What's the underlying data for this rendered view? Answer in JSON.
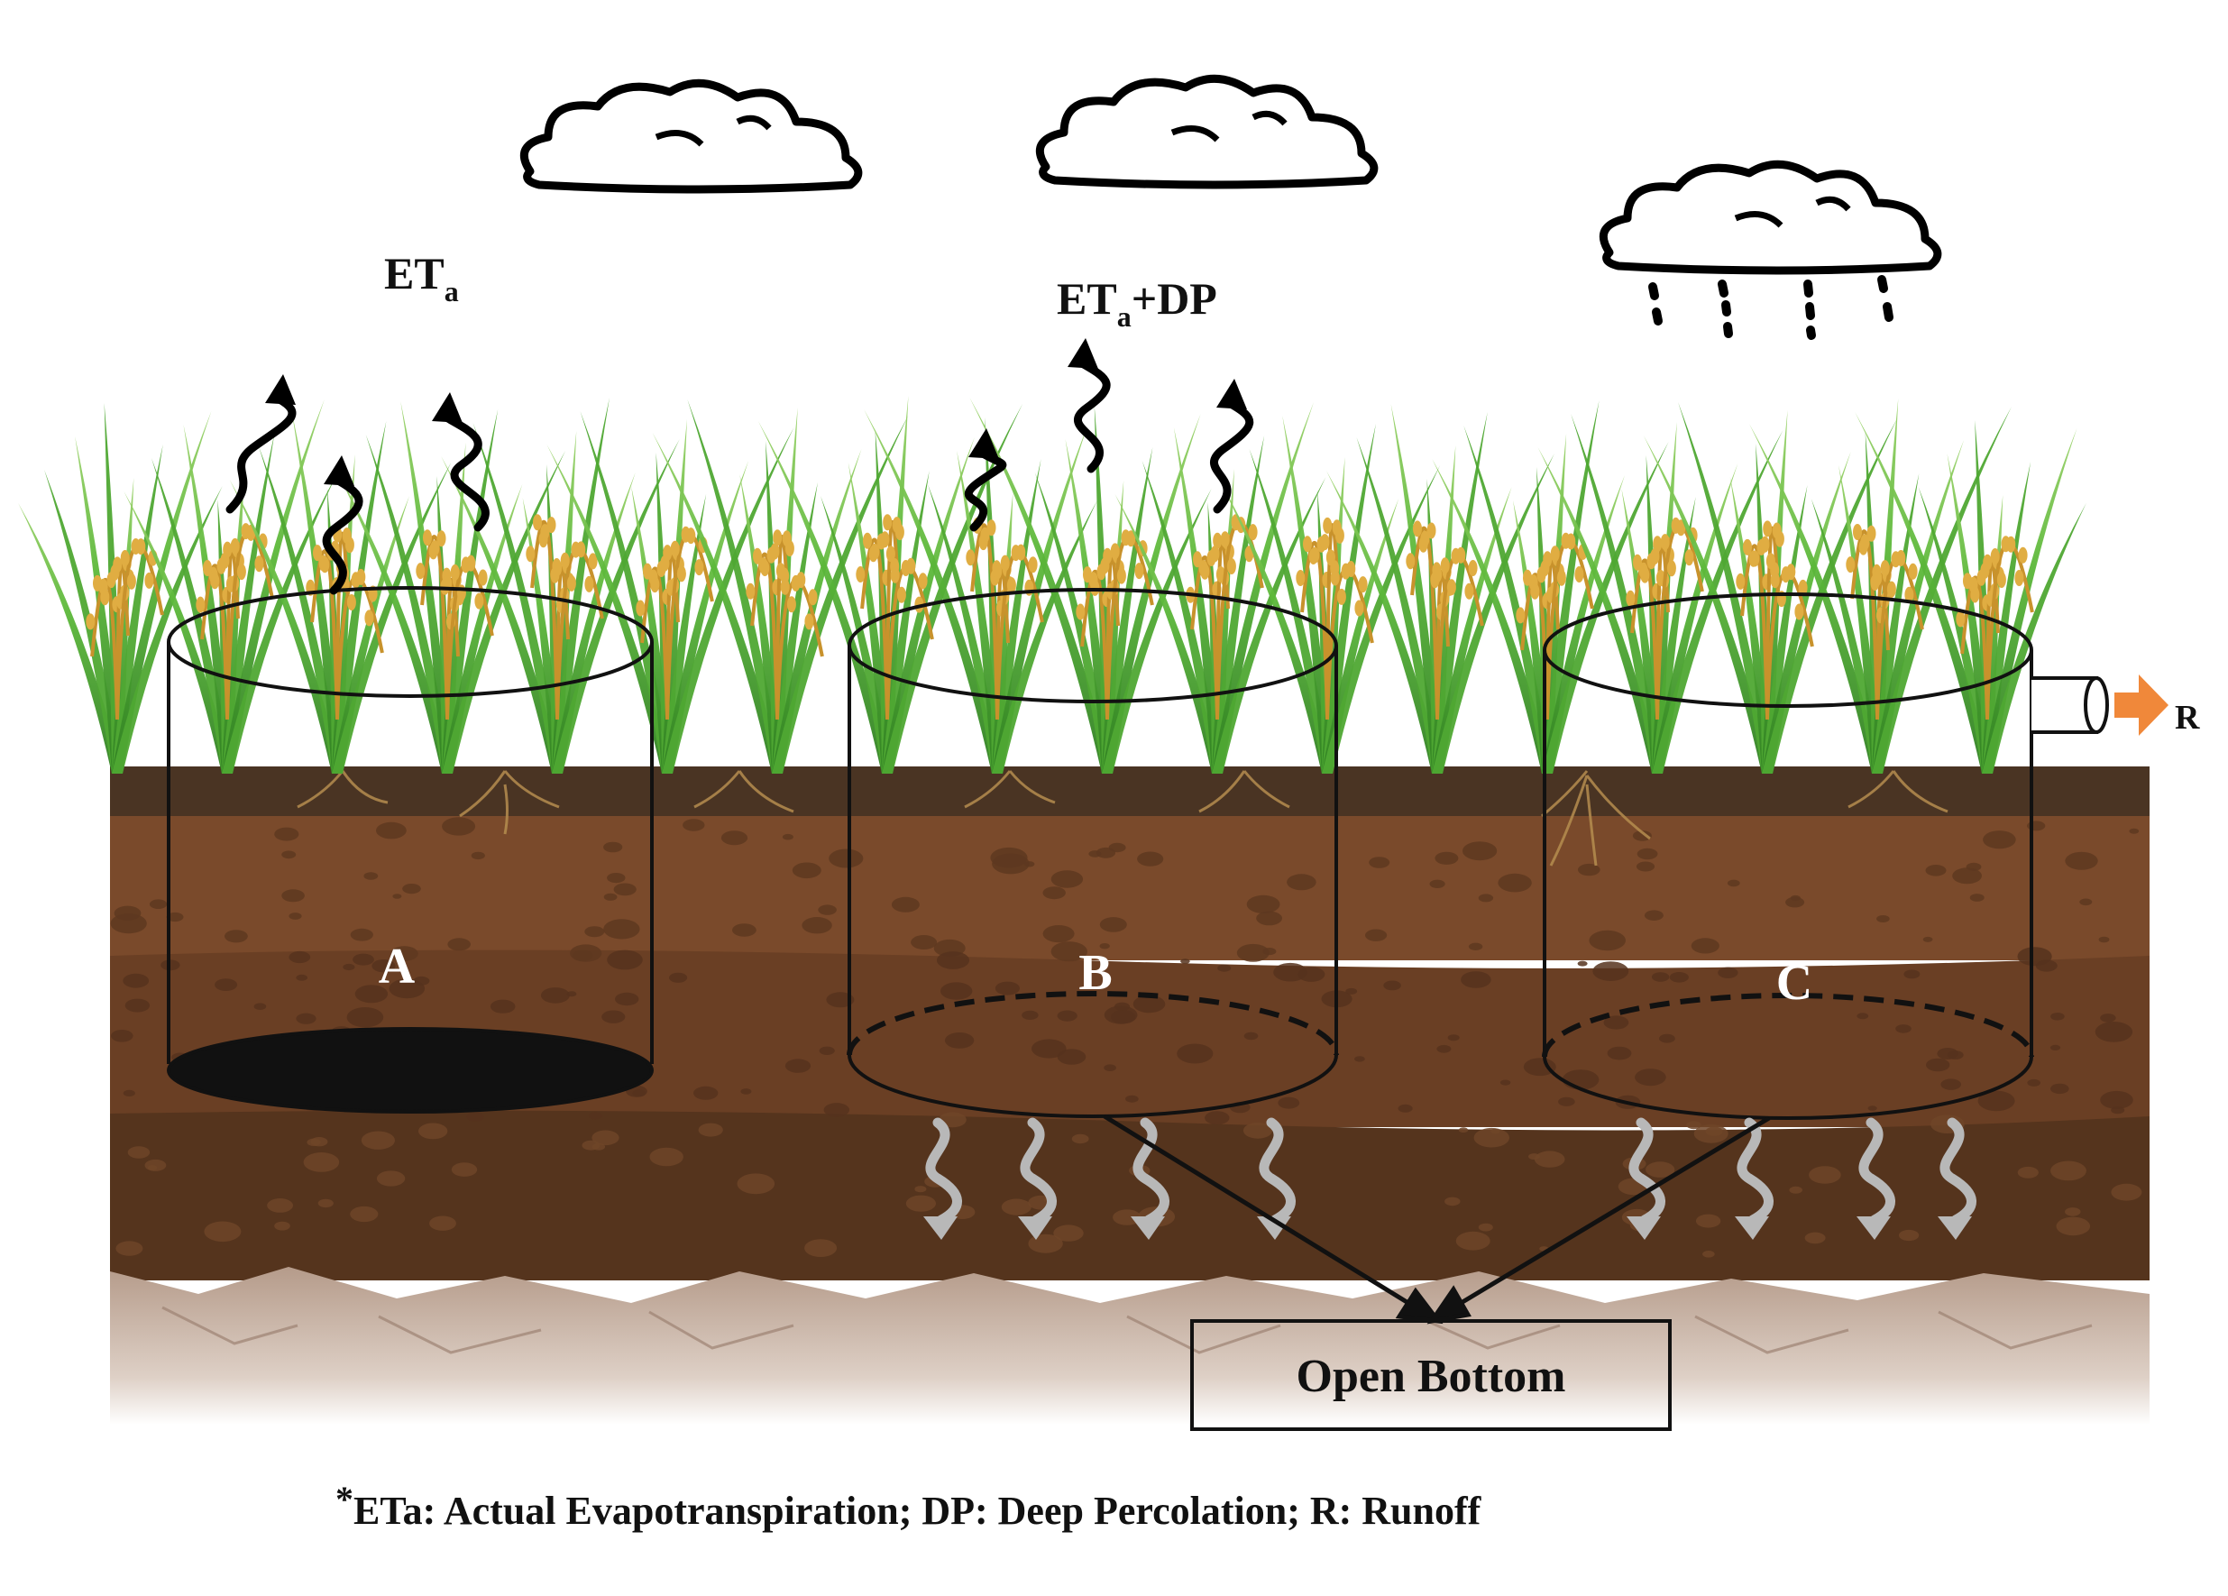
{
  "labels": {
    "eta_main": "ET",
    "eta_sub": "a",
    "eta_dp_main": "ET",
    "eta_dp_sub": "a",
    "eta_dp_tail": "+DP",
    "runoff": "R",
    "lysimeter_a": "A",
    "lysimeter_b": "B",
    "lysimeter_c": "C",
    "open_bottom": "Open Bottom"
  },
  "footnote": {
    "star": "*",
    "text": "ETa: Actual Evapotranspiration; DP: Deep Percolation; R: Runoff"
  },
  "colors": {
    "soil_top": "#4a3423",
    "soil_upper": "#7a4a2b",
    "soil_middle": "#6a3f24",
    "soil_lower": "#55341d",
    "rock": "#c9b3a4",
    "plant_green": "#3f9a2e",
    "grain_gold": "#d9a43a",
    "runoff_arrow": "#f0883a",
    "percolation_arrow": "#b8b8b8",
    "outline": "#111111"
  },
  "icons": [
    "cloud-icon",
    "rain-cloud-icon",
    "wavy-arrow-icon",
    "pipe-icon"
  ]
}
